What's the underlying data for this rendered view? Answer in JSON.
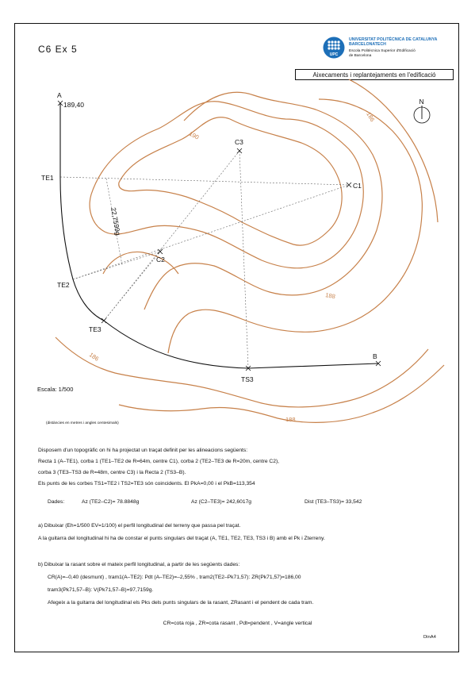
{
  "header": {
    "title": "C6  Ex  5",
    "university": "UNIVERSITAT POLITÈCNICA DE CATALUNYA",
    "university_sub": "BARCELONATECH",
    "school_line1": "Escola Politècnica Superior d'Edificació",
    "school_line2": "de Barcelona",
    "seal_text": "UPC",
    "course": "Aixecaments i replantejaments en l'edificació"
  },
  "map": {
    "north": "N",
    "points": {
      "A": "A",
      "A_elev": "189,40",
      "TE1": "TE1",
      "TE2": "TE2",
      "TE3": "TE3",
      "TS3": "TS3",
      "B": "B",
      "C1": "C1",
      "C2": "C2",
      "C3": "C3"
    },
    "angle_label": "22,7599g",
    "contour_labels": [
      "190",
      "186",
      "188",
      "186",
      "188"
    ]
  },
  "scale": "Escala: 1/500",
  "units_note": "(distàncies en metres i angles centesimals)",
  "problem": {
    "line1": "Disposem d'un topogràfic on hi ha projectat un traçat definit per les alineacions següents:",
    "line2": "Recta 1 (A–TE1), corba 1 (TE1–TE2 de R=64m, centre C1), corba 2 (TE2–TE3 de R=20m, centre C2),",
    "line3": "corba 3 (TE3–TS3 de R=48m, centre C3) i la Recta 2 (TS3–B).",
    "line4": "Els punts de les corbes TS1=TE2 i TS2=TE3 són coincidents. El PkA=0,00 i el PkB=113,354",
    "data_label": "Dades:",
    "data1": "Az (TE2–C2)= 78.8848g",
    "data2": "Az (C2–TE3)= 242,6017g",
    "data3": "Dist (TE3–TS3)= 33,542"
  },
  "part_a": {
    "line1": "a)  Dibuixar (Eh=1/500  EV=1/100) el perfil longitudinal del terreny que passa pel traçat.",
    "line2": "A la guitarra del longitudinal hi ha de constar el punts singulars del traçat (A, TE1, TE2, TE3, TS3 i B) amb el Pk i Zterreny."
  },
  "part_b": {
    "line1": "b)  Dibuixar la rasant sobre el mateix perfil longitudinal, a partir de les següents dades:",
    "line2": "CR(A)=–0,40 (desmunt) ,   tram1(A–TE2): Pdt (A–TE2)=–2,55% ,  tram2(TE2–Pk71,57): ZR(Pk71,57)=186,00",
    "line3": "tram3(Pk71,57–B): V(Pk71,57–B)=97,7159g.",
    "line4": "Afegeix a la guitarra del longitudinal els Pks dels punts singulars de la rasant, ZRasant i el pendent de cada tram."
  },
  "legend": "CR=cota roja  ,  ZR=cota rasant  ,  Pdt=pendent  ,  V=angle vertical",
  "page_format": "DinA4",
  "colors": {
    "contour": "#c7814a",
    "ink": "#111111",
    "upc_blue": "#1d6fb8"
  }
}
